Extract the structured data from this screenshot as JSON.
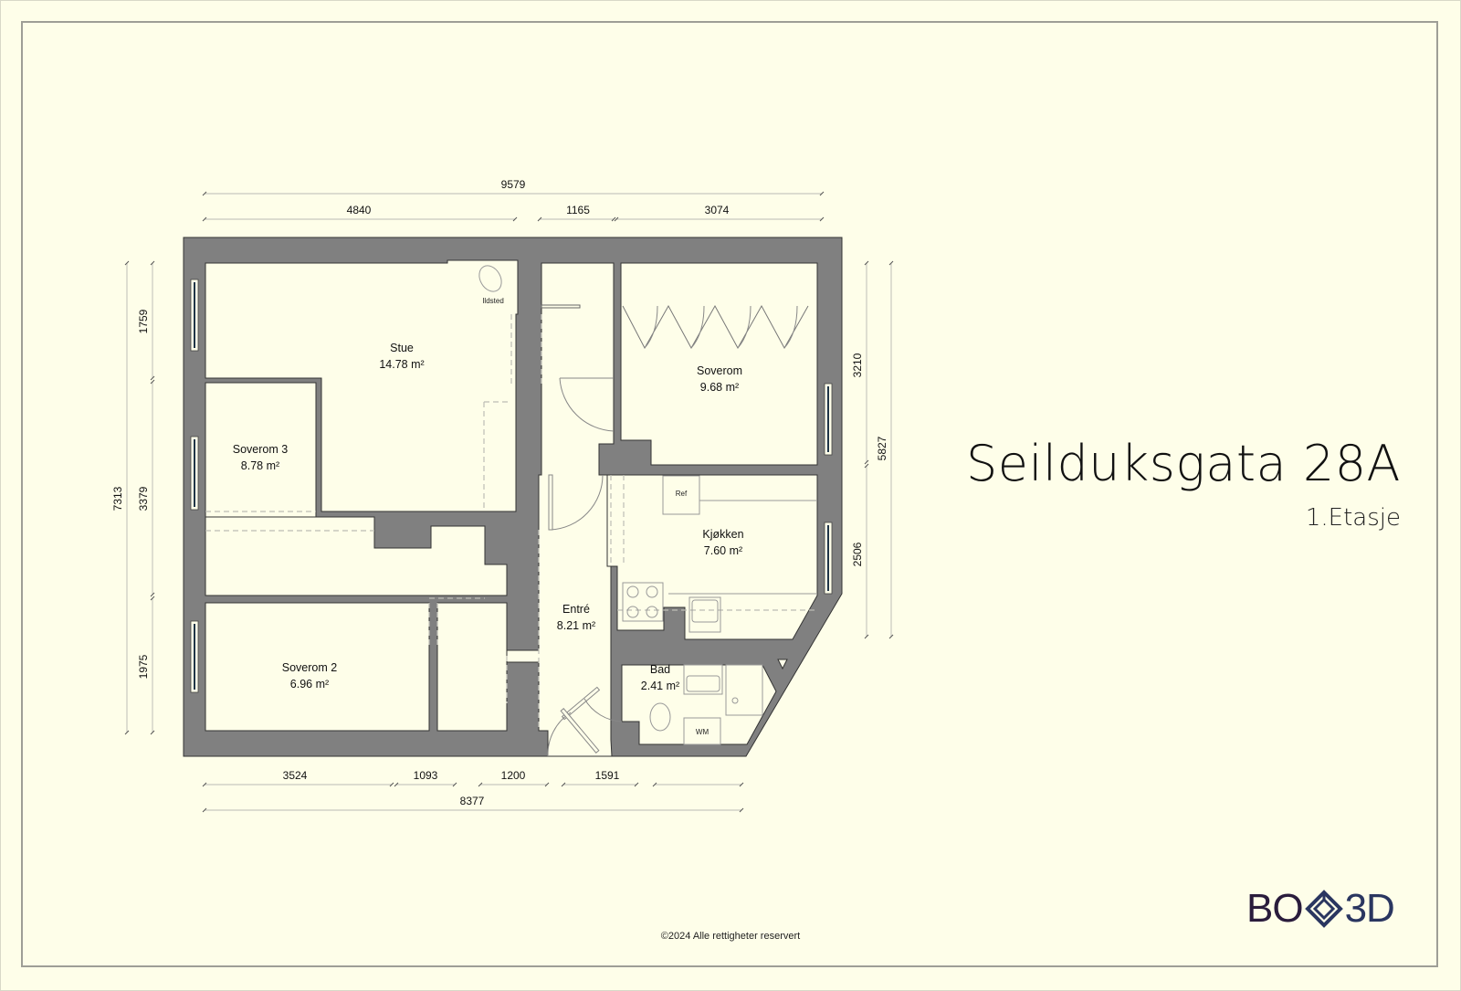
{
  "header": {
    "title": "Seilduksgata 28A",
    "subtitle": "1.Etasje"
  },
  "footer": {
    "copyright": "©2024 Alle rettigheter reservert",
    "logo": {
      "left": "BO",
      "right": "3D",
      "icon": "diamond-logo-icon"
    }
  },
  "colors": {
    "background": "#fefee9",
    "wall": "#808080",
    "wall_outline": "#333333",
    "dim_line": "#c8c8c0",
    "logo_dark": "#2a1c3c",
    "logo_blue": "#2a3660"
  },
  "rooms": [
    {
      "name": "Stue",
      "area": "14.78 m²"
    },
    {
      "name": "Soverom",
      "area": "9.68 m²"
    },
    {
      "name": "Soverom 3",
      "area": "8.78 m²"
    },
    {
      "name": "Kjøkken",
      "area": "7.60 m²"
    },
    {
      "name": "Entré",
      "area": "8.21 m²"
    },
    {
      "name": "Soverom 2",
      "area": "6.96 m²"
    },
    {
      "name": "Bad",
      "area": "2.41 m²"
    }
  ],
  "fixtures": {
    "fireplace": "Ildsted",
    "fridge": "Ref",
    "washer": "WM"
  },
  "dimensions": {
    "top_total": "9579",
    "top": [
      "4840",
      "1165",
      "3074"
    ],
    "bottom": [
      "3524",
      "1093",
      "1200",
      "1591"
    ],
    "bottom_total": "8377",
    "left_total": "7313",
    "left": [
      "1759",
      "3379",
      "1975"
    ],
    "right": [
      "3210",
      "2506"
    ],
    "right_total": "5827"
  }
}
